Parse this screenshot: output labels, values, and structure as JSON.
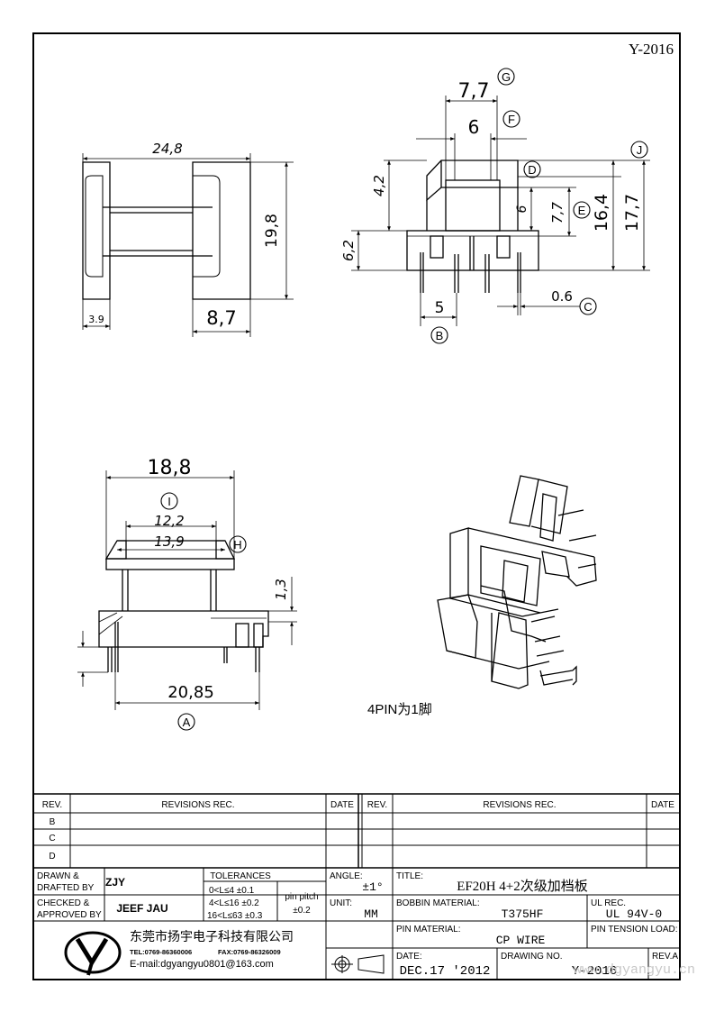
{
  "drawing_code": "Y-2016",
  "views": {
    "top": {
      "width": "24,8",
      "height": "19,8",
      "flange": "8,7",
      "small": "3.9"
    },
    "side": {
      "d_7_7": "7,7",
      "d_6": "6",
      "d_4_2": "4,2",
      "d_6_2": "6,2",
      "d_5": "5",
      "d_0_6": "0.6",
      "d_7_7v": "7,7",
      "d_6v": "6",
      "d_16_4": "16,4",
      "d_17_7": "17,7"
    },
    "front": {
      "d_18_8": "18,8",
      "d_12_2": "12,2",
      "d_13_9": "13,9",
      "d_1_3": "1,3",
      "d_20_85": "20,85"
    }
  },
  "markers": [
    "A",
    "B",
    "C",
    "D",
    "E",
    "F",
    "G",
    "H",
    "I",
    "J"
  ],
  "note": "4PIN为1脚",
  "revisions": {
    "headers": {
      "rev": "REV.",
      "rec": "REVISIONS   REC.",
      "date": "DATE"
    },
    "rows": [
      "B",
      "C",
      "D"
    ]
  },
  "title_block": {
    "drawn_label_1": "DRAWN  &",
    "drawn_label_2": "DRAFTED  BY",
    "drawn_by": "ZJY",
    "checked_label_1": "CHECKED  &",
    "checked_label_2": "APPROVED  BY",
    "checked_by": "JEEF JAU",
    "tolerances_label": "TOLERANCES",
    "tol_1": "0<L≤4    ±0.1",
    "tol_2": "4<L≤16  ±0.2",
    "tol_3": "16<L≤63  ±0.3",
    "pin_pitch_label": "pin pitch",
    "pin_pitch_tol": "±0.2",
    "angle_label": "ANGLE:",
    "angle_value": "±1°",
    "unit_label": "UNIT:",
    "unit_value": "MM",
    "title_label": "TITLE:",
    "title_value": "EF20H 4+2次级加档板",
    "bobbin_label": "BOBBIN  MATERIAL:",
    "bobbin_value": "T375HF",
    "ul_label": "UL  REC.",
    "ul_value": "UL 94V-0",
    "pin_mat_label": "PIN  MATERIAL:",
    "pin_mat_value": "CP  WIRE",
    "pin_tension_label": "PIN TENSION LOAD:",
    "date_label": "DATE:",
    "date_value": "DEC.17 '2012",
    "drawing_no_label": "DRAWING  NO.",
    "drawing_no_value": "Y-2016",
    "rev_label": "REV.A",
    "company_name": "东莞市扬宇电子科技有限公司",
    "tel": "TEL:0769-86360006",
    "fax": "FAX:0769-86326009",
    "email": "E-mail:dgyangyu0801@163.com",
    "watermark": "www.dgyangyu.cn"
  }
}
